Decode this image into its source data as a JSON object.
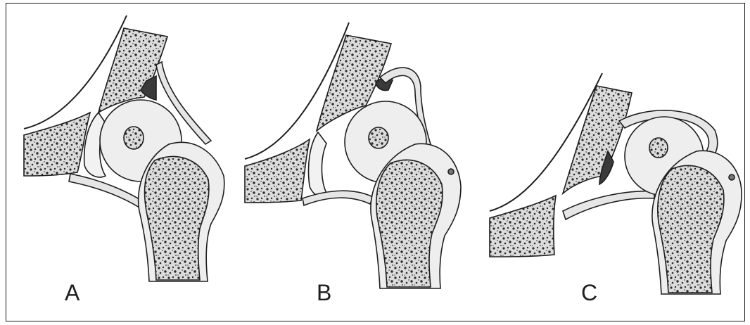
{
  "figure": {
    "panels": [
      {
        "id": "A",
        "label": "A"
      },
      {
        "id": "B",
        "label": "B"
      },
      {
        "id": "C",
        "label": "C"
      }
    ],
    "colors": {
      "line": "#1e1e1e",
      "bone_fill": "#e9e9e9",
      "cartilage_fill": "#f3f3f3",
      "labrum_fill": "#3a3a3a",
      "background": "#ffffff"
    }
  }
}
